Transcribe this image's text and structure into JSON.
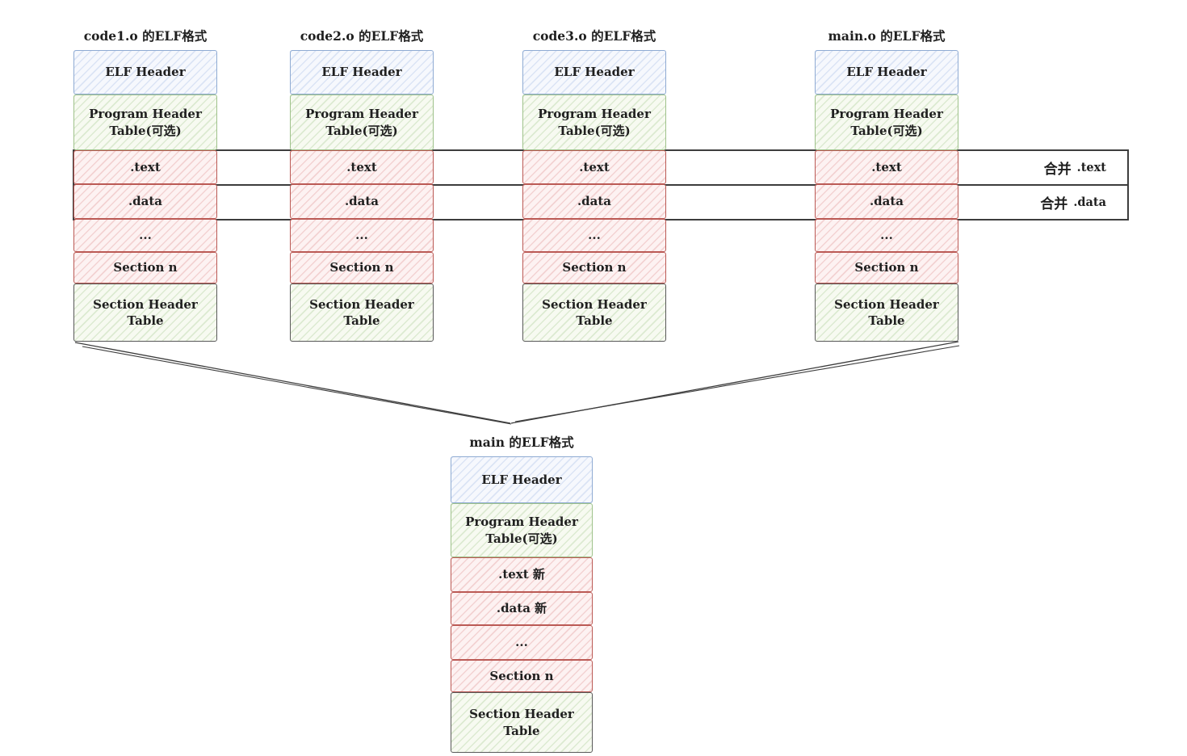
{
  "columns": [
    {
      "title": "code1.o 的ELF格式",
      "rows": [
        "ELF Header",
        "Program Header Table(可选)",
        ".text",
        ".data",
        "...",
        "Section n",
        "Section Header Table"
      ]
    },
    {
      "title": "code2.o 的ELF格式",
      "rows": [
        "ELF Header",
        "Program Header Table(可选)",
        ".text",
        ".data",
        "...",
        "Section n",
        "Section Header Table"
      ]
    },
    {
      "title": "code3.o 的ELF格式",
      "rows": [
        "ELF Header",
        "Program Header Table(可选)",
        ".text",
        ".data",
        "...",
        "Section n",
        "Section Header Table"
      ]
    },
    {
      "title": "main.o 的ELF格式",
      "rows": [
        "ELF Header",
        "Program Header Table(可选)",
        ".text",
        ".data",
        "...",
        "Section n",
        "Section Header Table"
      ]
    }
  ],
  "merged": {
    "title": "main 的ELF格式",
    "rows": [
      "ELF Header",
      "Program Header Table(可选)",
      ".text 新",
      ".data 新",
      "...",
      "Section n",
      "Section Header Table"
    ]
  },
  "merge_labels": [
    {
      "zh": "合并",
      "en": ".text"
    },
    {
      "zh": "合并",
      "en": ".data"
    }
  ],
  "colors": {
    "blue-border": "#8fabd3",
    "blue-fill": "#f6f8fd",
    "blue-hatch": "#dbe4f5",
    "green-border": "#9fc28b",
    "green-fill": "#f7faf1",
    "green-hatch": "#dcead1",
    "red-border": "#bb5a55",
    "red-fill": "#fdf2f2",
    "red-hatch": "#f3d2d2",
    "sht-border": "#595959",
    "line": "#3d3d3d",
    "ink": "#1f1f1f"
  }
}
